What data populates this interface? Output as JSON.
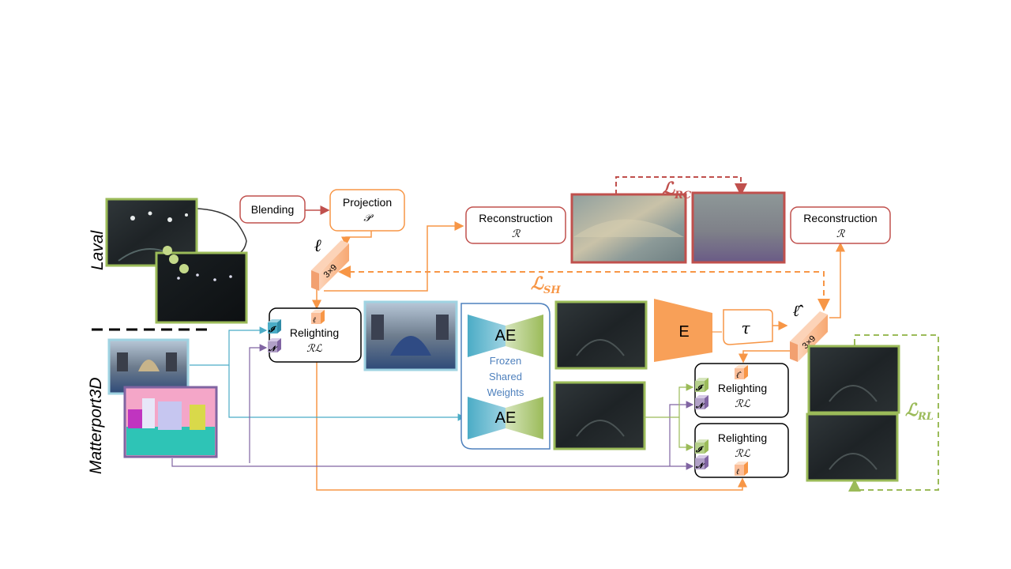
{
  "datasets": {
    "laval": "Laval",
    "matterport": "Matterport3D"
  },
  "blocks": {
    "blending": "Blending",
    "projection": "Projection",
    "projection_symbol": "𝒫",
    "reconstruction_left": "Reconstruction",
    "reconstruction_left_symbol": "ℛ",
    "reconstruction_right": "Reconstruction",
    "reconstruction_right_symbol": "ℛ",
    "relighting_left": "Relighting",
    "relighting_left_symbol": "ℛℒ",
    "relighting_top": "Relighting",
    "relighting_top_symbol": "ℛℒ",
    "relighting_bottom": "Relighting",
    "relighting_bottom_symbol": "ℛℒ",
    "ae_top": "AE",
    "ae_bottom": "AE",
    "frozen_weights": [
      "Frozen",
      "Shared",
      "Weights"
    ],
    "encoder": "E",
    "tau": "τ"
  },
  "symbols": {
    "ell": "ℓ",
    "ell_hat": "ℓ̂",
    "sh_dims": "3×9",
    "input_i": "𝓘",
    "input_n": "𝓝",
    "input_ell": "ℓ"
  },
  "losses": {
    "rc": "ℒ",
    "rc_sub": "RC",
    "sh": "ℒ",
    "sh_sub": "SH",
    "rl": "ℒ",
    "rl_sub": "RL"
  },
  "colors": {
    "red": "#c0504d",
    "orange": "#f79646",
    "green": "#9bbb59",
    "blue": "#4bacc6",
    "purple": "#8064a2",
    "navy": "#4f81bd",
    "peach": "#fbbf9a"
  }
}
